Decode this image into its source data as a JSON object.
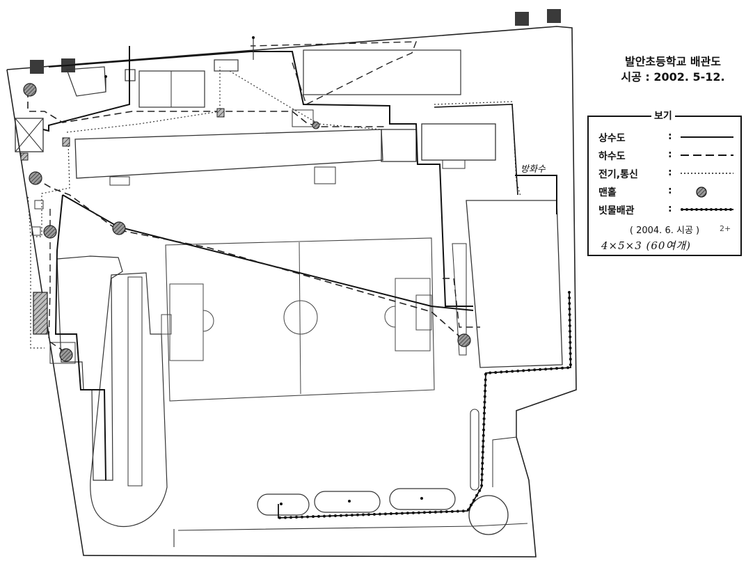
{
  "title": {
    "line1": "발안초등학교 배관도",
    "line2": "시공 : 2002. 5-12."
  },
  "legend": {
    "heading": "보기",
    "rows": [
      {
        "label": "상수도",
        "colon": ":",
        "symbol": "solid-line"
      },
      {
        "label": "하수도",
        "colon": ":",
        "symbol": "dashed-line"
      },
      {
        "label": "전기,통신",
        "colon": ":",
        "symbol": "dotted-line"
      },
      {
        "label": "맨홀",
        "colon": ":",
        "symbol": "manhole-circle-hatched"
      },
      {
        "label": "빗물배관",
        "colon": ":",
        "symbol": "beaded-line"
      }
    ],
    "note": "( 2004. 6. 시공 )",
    "handwritten": "4×5×3 (60여개)"
  },
  "side_note": "2+",
  "handwritten_label": "방화수",
  "colors": {
    "line": "#111111",
    "building_fill": "#ffffff",
    "manhole_fill": "#8a8a8a",
    "dark_square": "#3a3a3a"
  }
}
